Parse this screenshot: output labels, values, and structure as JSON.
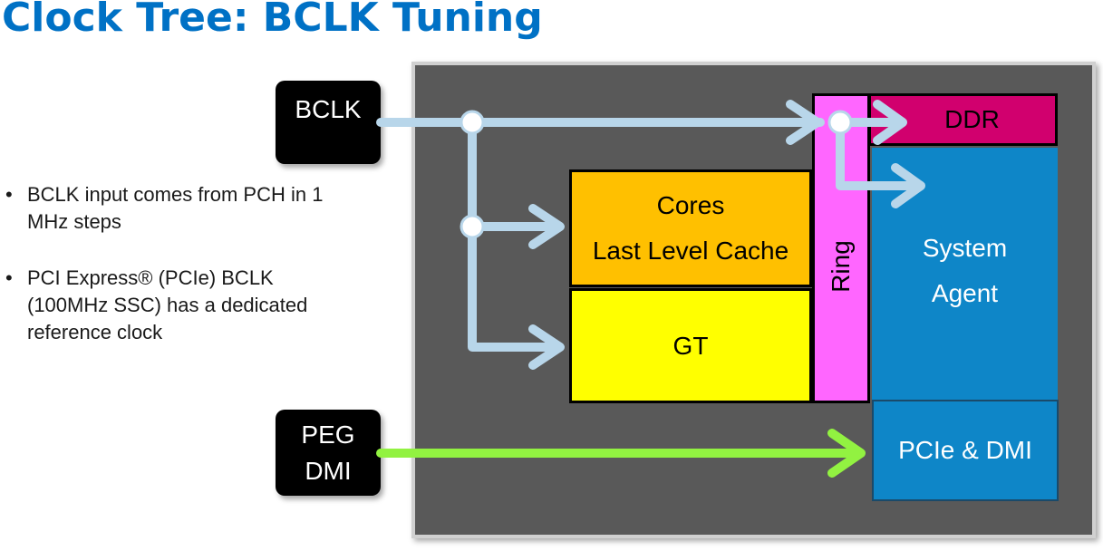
{
  "title": "Clock Tree: BCLK Tuning",
  "bullets": [
    {
      "text": "BCLK input comes from PCH in 1 MHz steps"
    },
    {
      "text": "PCI Express® (PCIe) BCLK (100MHz SSC) has a dedicated reference clock"
    }
  ],
  "external": {
    "bclk": "BCLK",
    "peg_line1": "PEG",
    "peg_line2": "DMI"
  },
  "blocks": {
    "cores_line1": "Cores",
    "cores_line2": "Last Level Cache",
    "gt": "GT",
    "ring": "Ring",
    "ddr": "DDR",
    "system_agent_line1": "System",
    "system_agent_line2": "Agent",
    "pcie_dmi": "PCIe & DMI"
  },
  "colors": {
    "title": "#0071c5",
    "cores": "#ffc000",
    "gt": "#ffff00",
    "ring": "#ff66ff",
    "ddr": "#d1006e",
    "system_agent": "#0e86c8",
    "pcie_dmi": "#0e86c8",
    "clock_wire": "#b8d6ea",
    "peg_wire": "#92f241",
    "chip_background": "#595959"
  }
}
